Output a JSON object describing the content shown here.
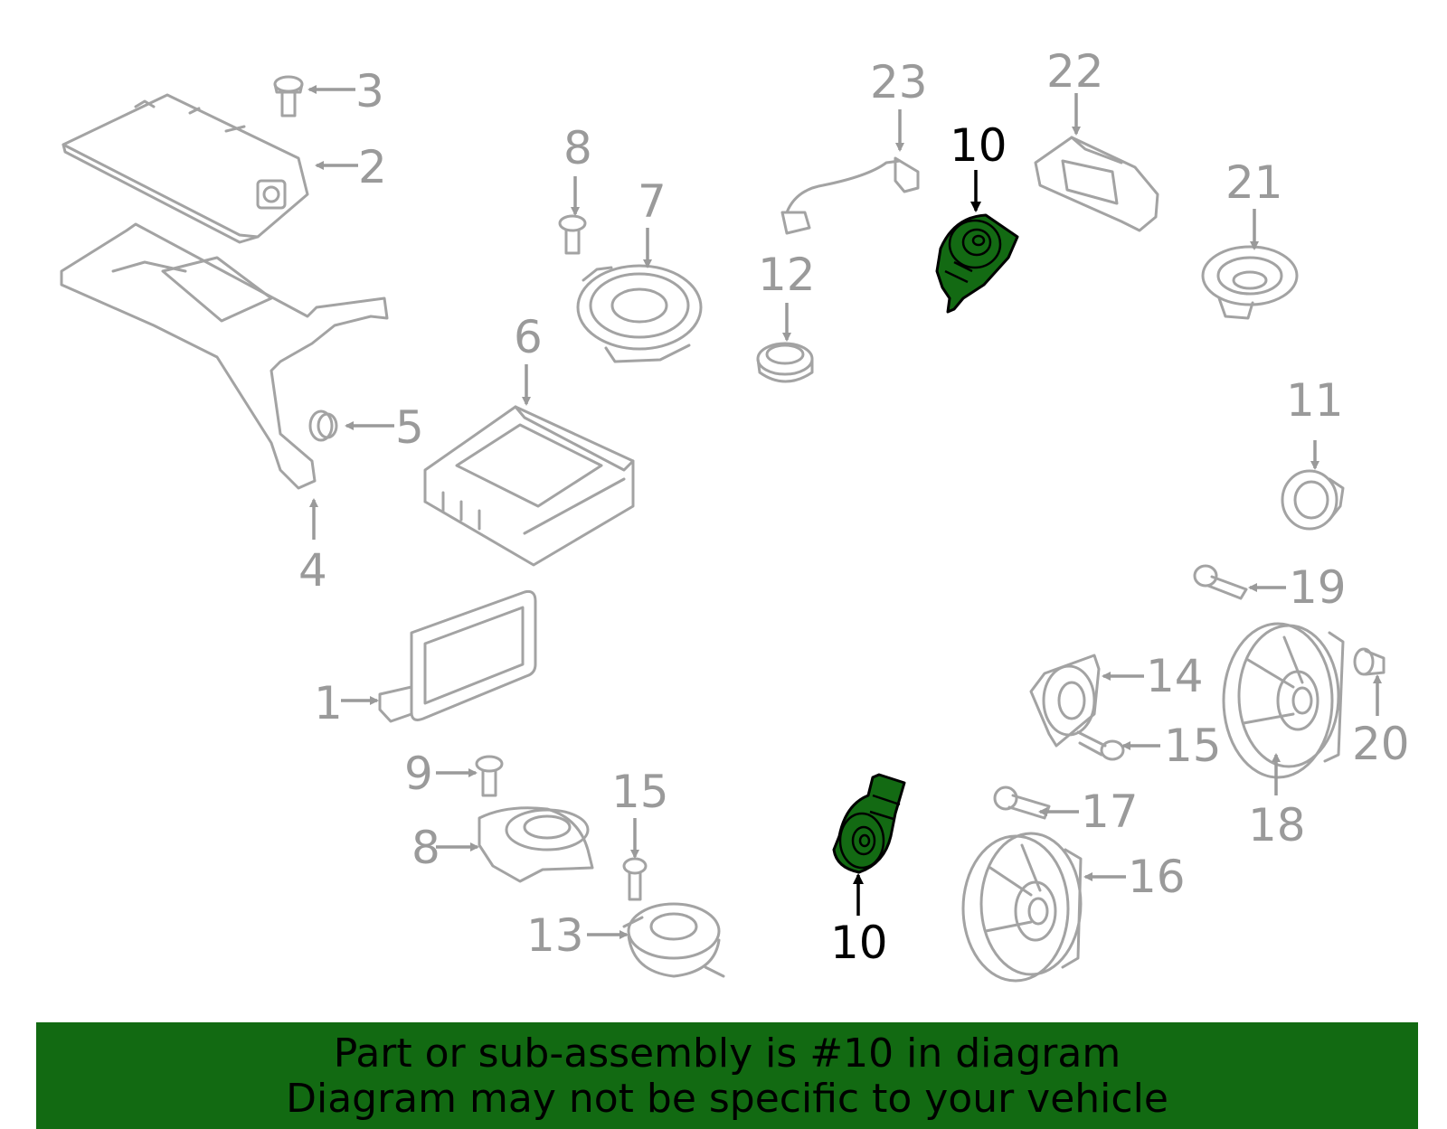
{
  "diagram": {
    "highlight_color": "#136a13",
    "callouts": [
      "1",
      "2",
      "3",
      "4",
      "5",
      "6",
      "7",
      "8",
      "9",
      "9",
      "10",
      "10",
      "11",
      "12",
      "13",
      "14",
      "15",
      "15",
      "16",
      "17",
      "18",
      "19",
      "20",
      "21",
      "22",
      "23"
    ],
    "highlighted_part": "10"
  },
  "banner": {
    "line1": "Part or sub-assembly is #10 in diagram",
    "line2": "Diagram may not be specific to your vehicle",
    "background": "#126a12"
  }
}
